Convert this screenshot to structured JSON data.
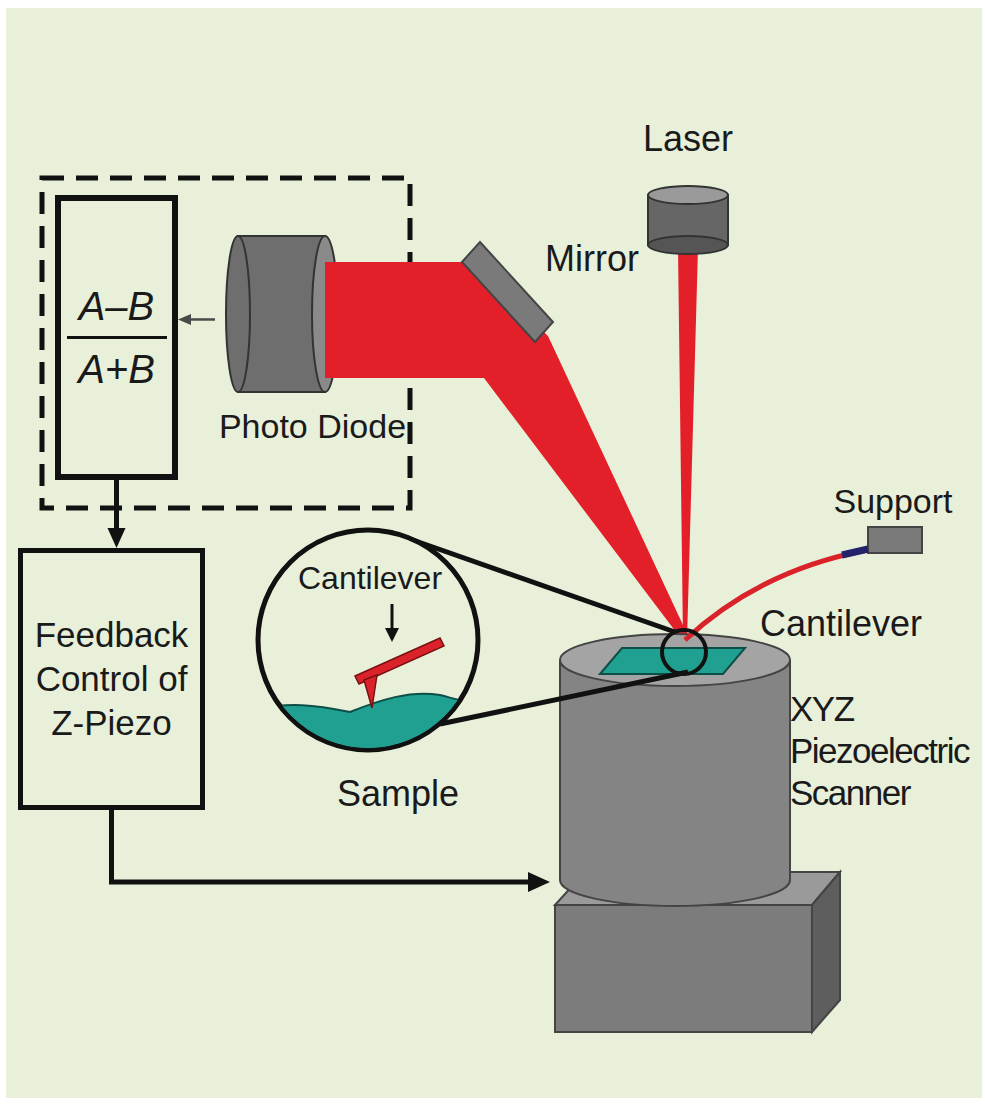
{
  "diagram": {
    "nodes": [
      {
        "text": [
          "A–B",
          "A+B"
        ]
      },
      {
        "text": [
          "Photo Diode"
        ]
      },
      {
        "text": [
          "Feedback Control of Z-Piezo"
        ]
      },
      {
        "text": [
          "XYZ Piezoelectric Scanner"
        ]
      }
    ],
    "edges": [
      {
        "from": 1,
        "to": 0,
        "arrow": "to"
      },
      {
        "from": 0,
        "to": 2,
        "arrow": "to"
      },
      {
        "from": 2,
        "to": 3,
        "arrow": "to"
      }
    ],
    "labels": [
      "Laser",
      "Mirror",
      "Support",
      "Cantilever",
      "Cantilever",
      "Sample"
    ]
  }
}
